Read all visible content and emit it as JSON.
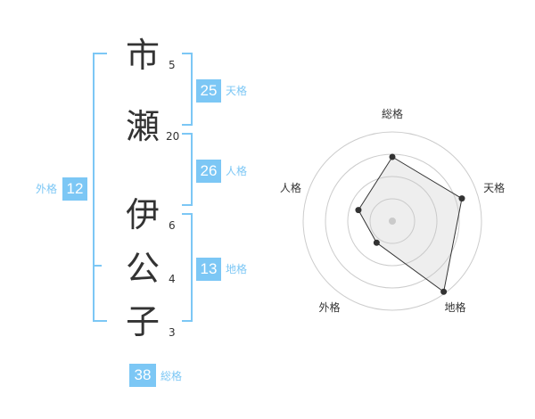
{
  "name": {
    "characters": [
      {
        "char": "市",
        "strokes": "5"
      },
      {
        "char": "瀬",
        "strokes": "20"
      },
      {
        "char": "伊",
        "strokes": "6"
      },
      {
        "char": "公",
        "strokes": "4"
      },
      {
        "char": "子",
        "strokes": "3"
      }
    ]
  },
  "fortunes": {
    "ten": {
      "label": "天格",
      "value": "25"
    },
    "jin": {
      "label": "人格",
      "value": "26"
    },
    "chi": {
      "label": "地格",
      "value": "13"
    },
    "gai": {
      "label": "外格",
      "value": "12"
    },
    "so": {
      "label": "総格",
      "value": "38"
    }
  },
  "colors": {
    "accent": "#7cc7f5",
    "text": "#333333",
    "grid": "#cccccc"
  },
  "chart_data": {
    "type": "radar",
    "axes": [
      "総格",
      "天格",
      "地格",
      "外格",
      "人格"
    ],
    "values": [
      0.72,
      0.82,
      0.98,
      0.3,
      0.4
    ],
    "range": [
      0,
      1
    ],
    "rings": 4
  }
}
